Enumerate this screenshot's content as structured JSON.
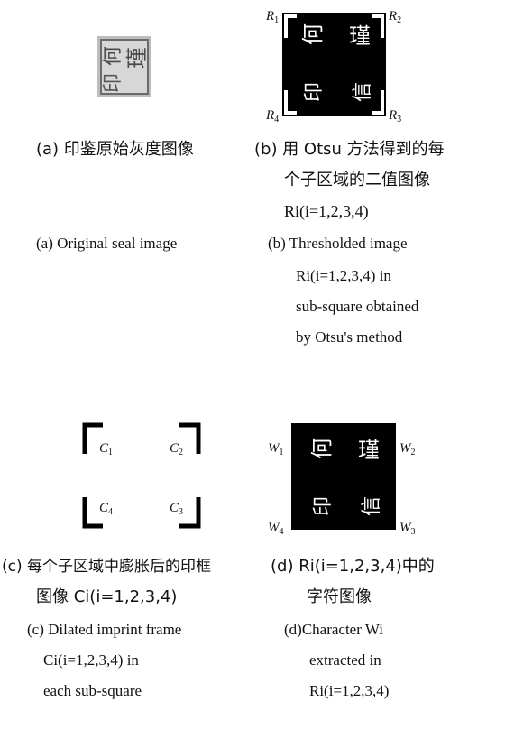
{
  "panel_a": {
    "seal_chars": [
      "何",
      "瑾",
      "印",
      "信"
    ],
    "caption_cn": "(a) 印鉴原始灰度图像",
    "caption_en": "(a) Original seal image"
  },
  "panel_b": {
    "region_labels": {
      "r1": "R1",
      "r2": "R2",
      "r3": "R3",
      "r4": "R4"
    },
    "caption_cn_lines": [
      "(b) 用 Otsu 方法得到的每",
      "个子区域的二值图像",
      "Ri(i=1,2,3,4)"
    ],
    "caption_en_lines": [
      "(b) Thresholded image",
      "Ri(i=1,2,3,4) in",
      "sub-square obtained",
      "by Otsu's method"
    ]
  },
  "panel_c": {
    "frame_labels": {
      "c1": "C1",
      "c2": "C2",
      "c3": "C3",
      "c4": "C4"
    },
    "caption_cn_lines": [
      "(c) 每个子区域中膨胀后的印框",
      "图像 Ci(i=1,2,3,4)"
    ],
    "caption_en_lines": [
      "(c) Dilated imprint frame",
      "Ci(i=1,2,3,4) in",
      "each sub-square"
    ]
  },
  "panel_d": {
    "char_labels": {
      "w1": "W1",
      "w2": "W2",
      "w3": "W3",
      "w4": "W4"
    },
    "caption_cn_lines": [
      "(d) Ri(i=1,2,3,4)中的",
      "字符图像"
    ],
    "caption_en_lines": [
      "(d)Character Wi",
      "extracted in",
      "Ri(i=1,2,3,4)"
    ]
  }
}
